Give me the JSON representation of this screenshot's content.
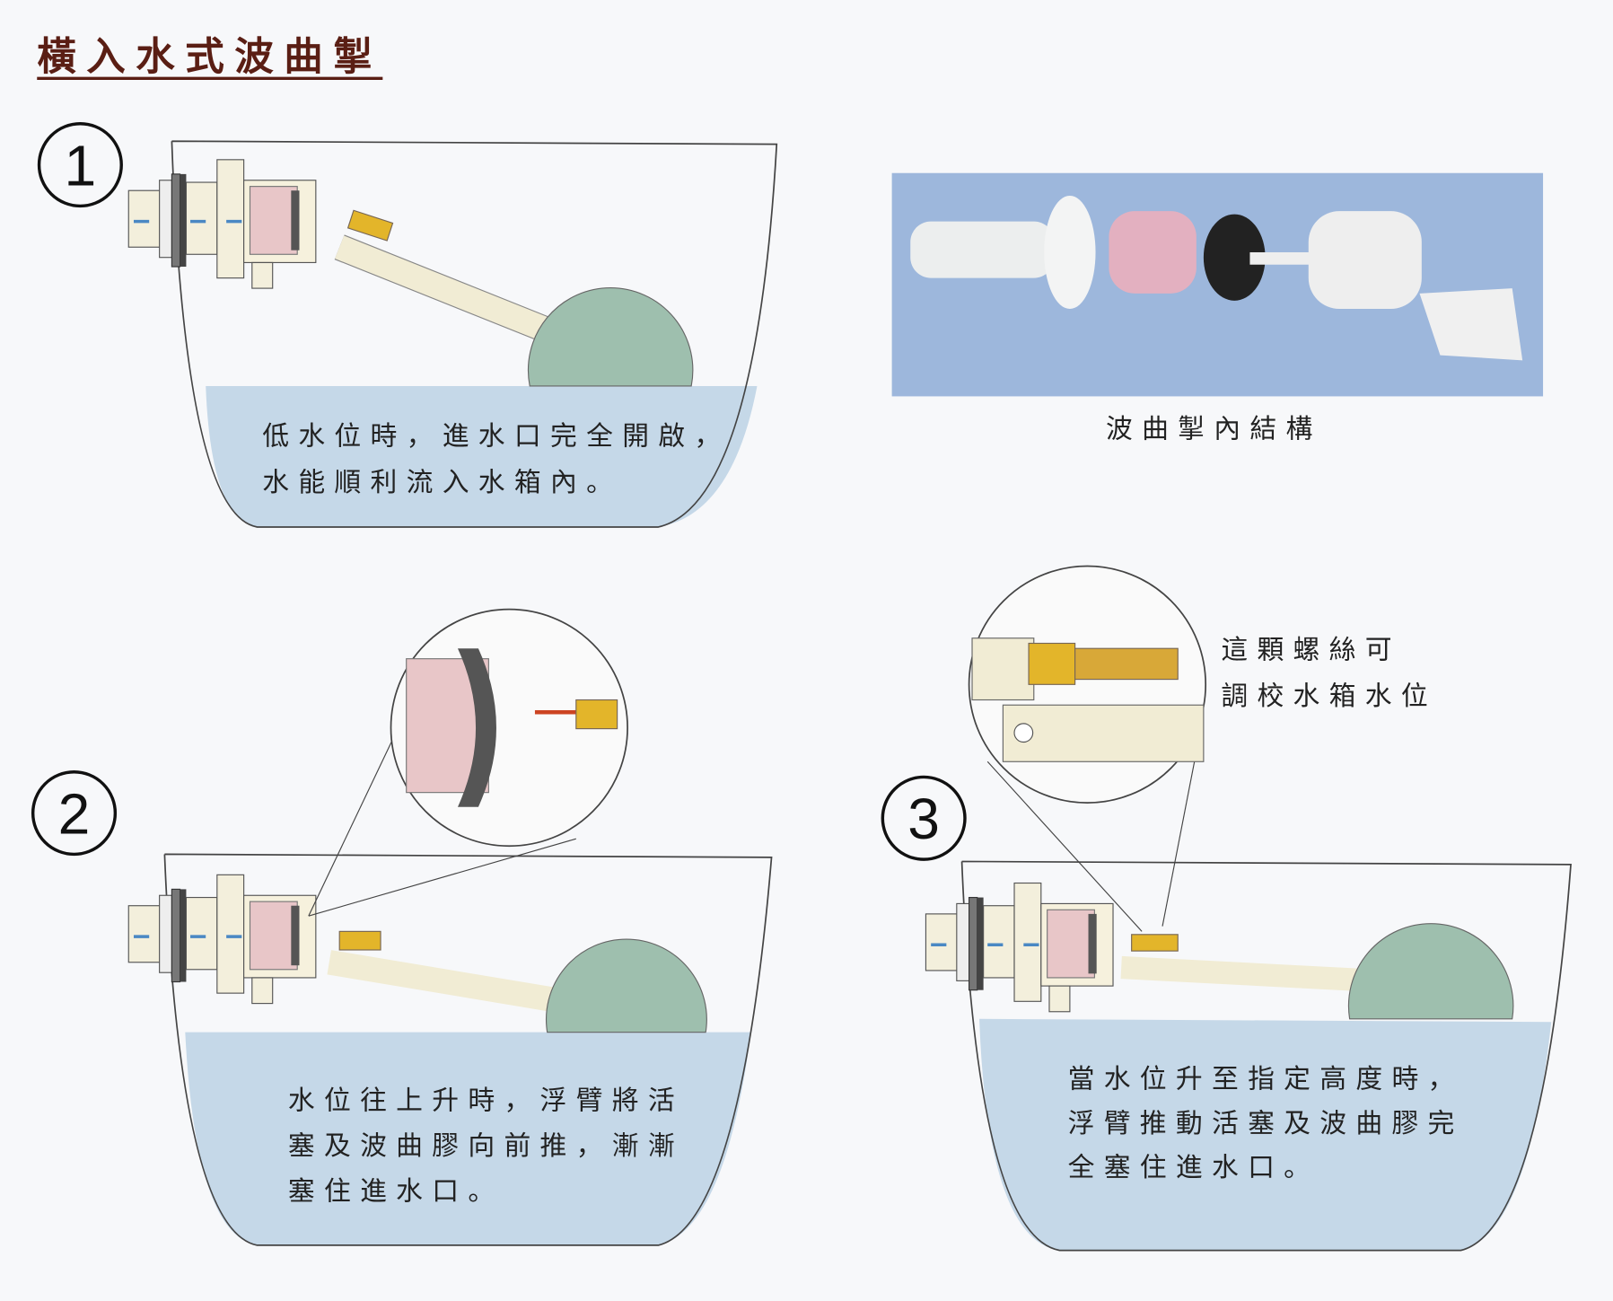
{
  "title": "橫入水式波曲掣",
  "colors": {
    "water": "#c5d8e8",
    "ball": "#9ebfae",
    "arm": "#f1ecd4",
    "valve_pink": "#e8c6c8",
    "photo_bg": "#9db7dc",
    "title": "#5a1e14"
  },
  "photo": {
    "caption": "波曲掣內結構"
  },
  "steps": [
    {
      "number": "1",
      "lines": [
        "低水位時，進水口完全開啟，",
        "水能順利流入水箱內。"
      ]
    },
    {
      "number": "2",
      "lines": [
        "水位往上升時，浮臂將活",
        "塞及波曲膠向前推，漸漸",
        "塞住進水口。"
      ]
    },
    {
      "number": "3",
      "lines": [
        "當水位升至指定高度時，",
        "浮臂推動活塞及波曲膠完",
        "全塞住進水口。"
      ]
    }
  ],
  "callout": {
    "lines": [
      "這顆螺絲可",
      "調校水箱水位"
    ]
  }
}
